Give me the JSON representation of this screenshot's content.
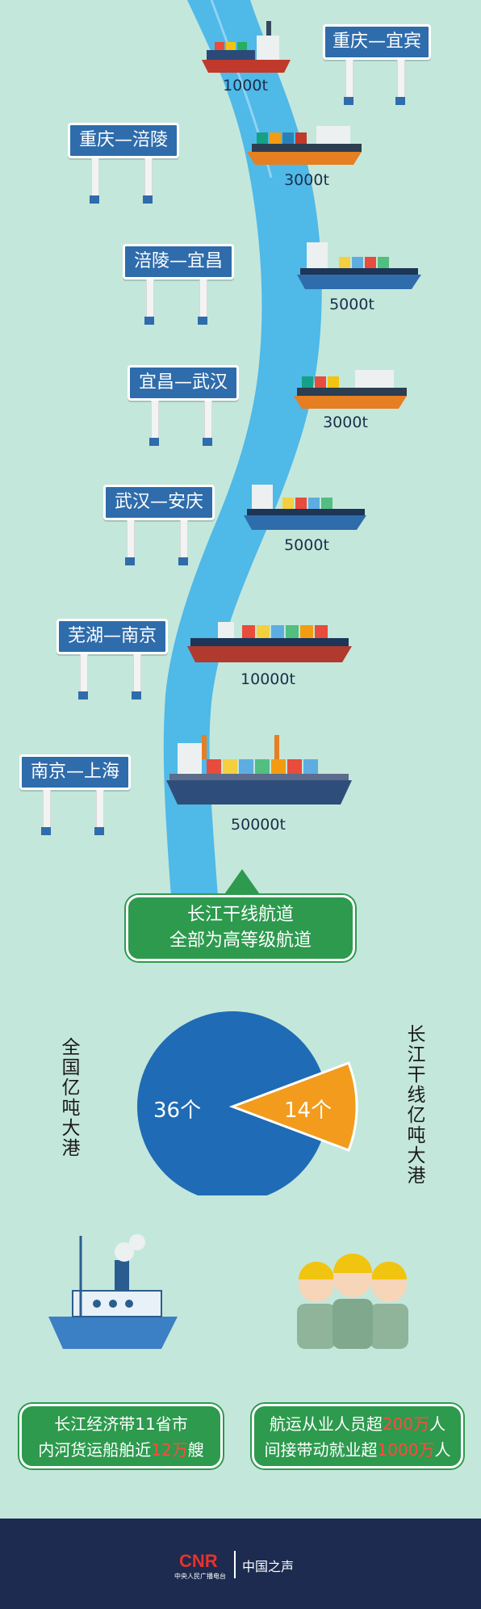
{
  "routes": [
    {
      "label": "重庆—宜宾",
      "tonnage": "1000t"
    },
    {
      "label": "重庆—涪陵",
      "tonnage": "3000t"
    },
    {
      "label": "涪陵—宜昌",
      "tonnage": "5000t"
    },
    {
      "label": "宜昌—武汉",
      "tonnage": "3000t"
    },
    {
      "label": "武汉—安庆",
      "tonnage": "5000t"
    },
    {
      "label": "芜湖—南京",
      "tonnage": "10000t"
    },
    {
      "label": "南京—上海",
      "tonnage": "50000t"
    }
  ],
  "channel_box": {
    "line1": "长江干线航道",
    "line2": "全部为高等级航道"
  },
  "pie": {
    "left_caption": "全国亿吨大港",
    "right_caption": "长江干线亿吨大港",
    "main_value": "36个",
    "slice_value": "14个",
    "main_color": "#1f6bb5",
    "slice_color": "#f29b1d"
  },
  "ships_box": {
    "line1": "长江经济带11省市",
    "line2_pre": "内河货运船舶近",
    "line2_hl": "12万",
    "line2_post": "艘"
  },
  "jobs_box": {
    "line1_pre": "航运从业人员超",
    "line1_hl": "200万",
    "line1_post": "人",
    "line2_pre": "间接带动就业超",
    "line2_hl": "1000万",
    "line2_post": "人"
  },
  "footer": {
    "logo": "CNR",
    "logo_sub": "中央人民广播电台",
    "channel": "中国之声"
  },
  "colors": {
    "background": "#c4e7db",
    "river": "#4fb9e8",
    "sign": "#2f6cab",
    "green": "#2d9a4e",
    "footer": "#1c2b4f",
    "highlight": "#ff4b3a"
  }
}
